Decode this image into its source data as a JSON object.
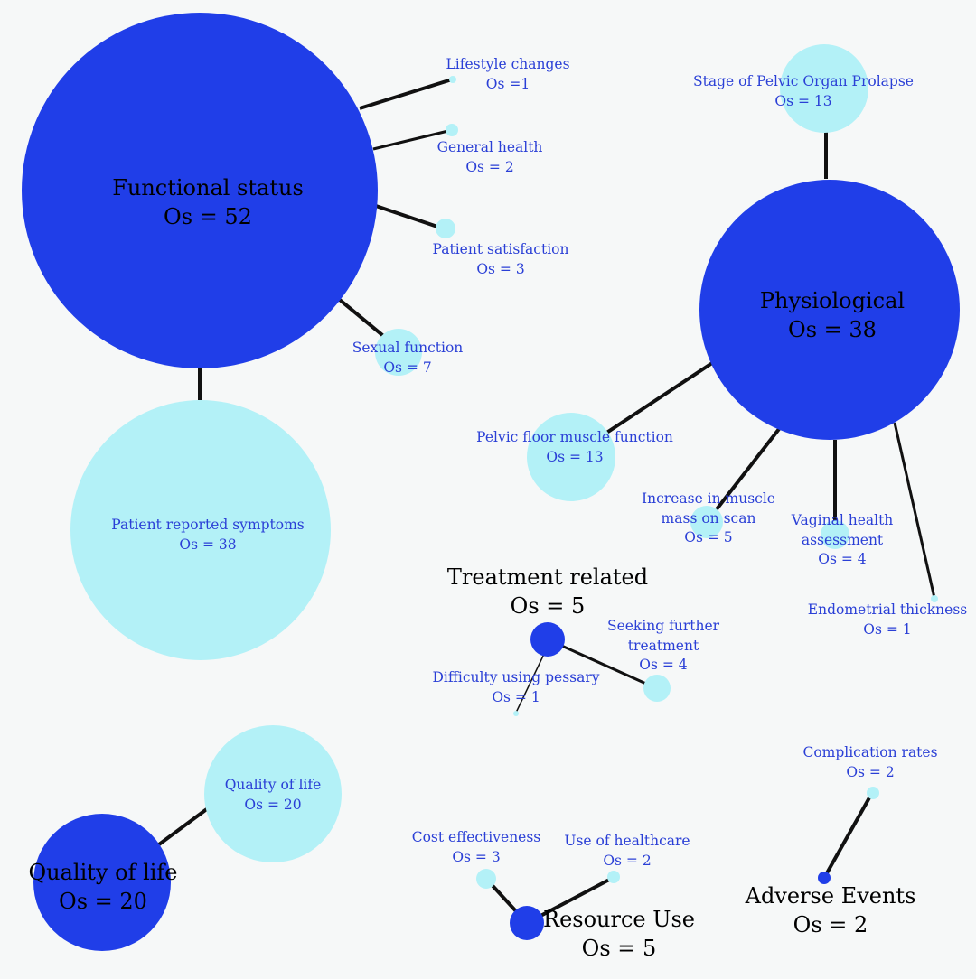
{
  "colors": {
    "domain_node": "#203ee8",
    "outcome_node": "#b3f1f7",
    "edge": "#111111",
    "outcome_text": "#2a3fd6",
    "domain_text": "#000000"
  },
  "domains": {
    "functional_status": {
      "name": "Functional status",
      "count": "Os = 52"
    },
    "physiological": {
      "name": "Physiological",
      "count": "Os = 38"
    },
    "treatment_related": {
      "name": "Treatment related",
      "count": "Os = 5"
    },
    "quality_of_life": {
      "name": "Quality of life",
      "count": "Os = 20"
    },
    "resource_use": {
      "name": "Resource Use",
      "count": "Os = 5"
    },
    "adverse_events": {
      "name": "Adverse Events",
      "count": "Os = 2"
    }
  },
  "outcomes": {
    "lifestyle_changes": {
      "name": "Lifestyle changes",
      "count": "Os =1"
    },
    "general_health": {
      "name": "General health",
      "count": "Os = 2"
    },
    "patient_satisfaction": {
      "name": "Patient satisfaction",
      "count": "Os = 3"
    },
    "sexual_function": {
      "name": "Sexual function",
      "count": "Os = 7"
    },
    "patient_reported_symptoms": {
      "name": "Patient reported symptoms",
      "count": "Os = 38"
    },
    "stage_pop": {
      "name": "Stage of Pelvic Organ Prolapse",
      "count": "Os = 13"
    },
    "pelvic_floor": {
      "name": "Pelvic floor muscle function",
      "count": "Os = 13"
    },
    "muscle_mass": {
      "line1": "Increase in muscle",
      "line2": "mass on scan",
      "count": "Os = 5"
    },
    "vaginal_health": {
      "line1": "Vaginal health",
      "line2": "assessment",
      "count": "Os = 4"
    },
    "endometrial": {
      "name": "Endometrial thickness",
      "count": "Os = 1"
    },
    "seeking_treatment": {
      "line1": "Seeking further",
      "line2": "treatment",
      "count": "Os = 4"
    },
    "pessary": {
      "name": "Difficulty using pessary",
      "count": "Os = 1"
    },
    "qol_outcome": {
      "name": "Quality of life",
      "count": "Os = 20"
    },
    "cost_effectiveness": {
      "name": "Cost effectiveness",
      "count": "Os = 3"
    },
    "use_of_healthcare": {
      "name": "Use of healthcare",
      "count": "Os = 2"
    },
    "complication_rates": {
      "name": "Complication rates",
      "count": "Os = 2"
    }
  }
}
